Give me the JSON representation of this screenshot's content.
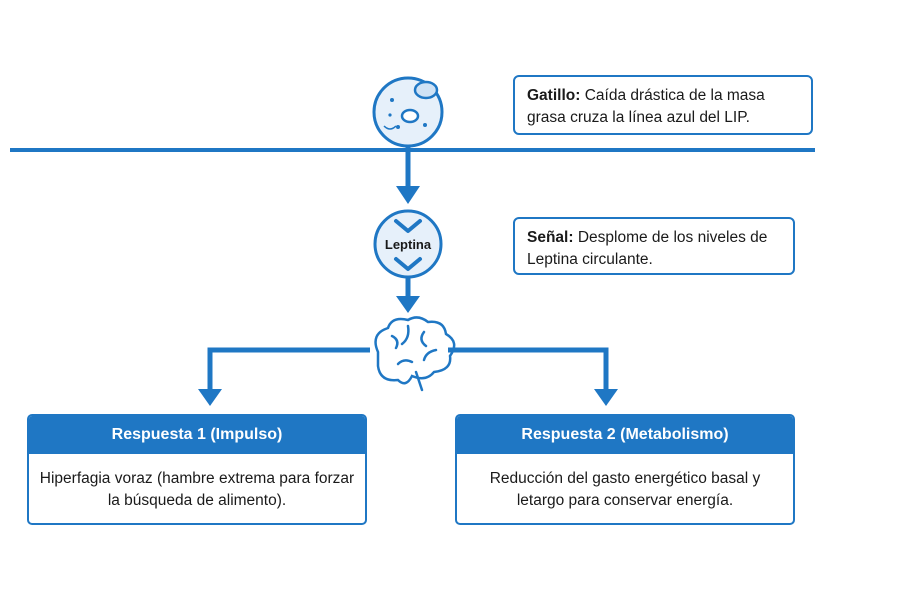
{
  "trigger": {
    "label": "Gatillo:",
    "text": "Caída drástica de la masa grasa cruza la línea azul del LIP."
  },
  "signal": {
    "label": "Señal:",
    "text": "Desplome de los niveles de Leptina circulante.",
    "node_label": "Leptina"
  },
  "responses": [
    {
      "title": "Respuesta 1 (Impulso)",
      "body": "Hiperfagia voraz (hambre extrema para forzar la búsqueda de alimento)."
    },
    {
      "title": "Respuesta 2 (Metabolismo)",
      "body": "Reducción del gasto energético basal y letargo para conservar energía."
    }
  ],
  "icons": [
    "fat-cell-icon",
    "chevron-down-icon",
    "brain-icon"
  ],
  "colors": {
    "accent": "#1f77c4",
    "icon_fill": "#e6f0fa"
  }
}
